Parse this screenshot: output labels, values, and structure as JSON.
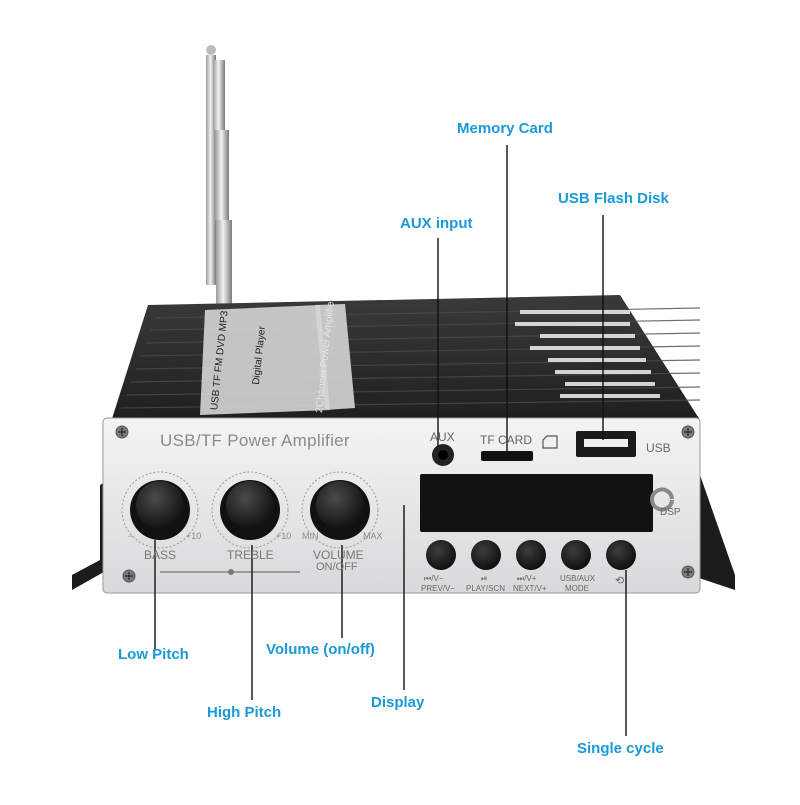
{
  "callouts": {
    "memory_card": "Memory Card",
    "usb_flash_disk": "USB Flash Disk",
    "aux_input": "AUX input",
    "low_pitch": "Low Pitch",
    "volume_on_off": "Volume (on/off)",
    "high_pitch": "High Pitch",
    "display": "Display",
    "single_cycle": "Single cycle"
  },
  "front_panel": {
    "title": "USB/TF Power Amplifier",
    "aux_label": "AUX",
    "tf_card_label": "TF CARD",
    "usb_label": "USB",
    "dsp_label": "DSP",
    "knob_bass": "BASS",
    "knob_treble": "TREBLE",
    "knob_volume": "VOLUME",
    "knob_volume_sub": "ON/OFF",
    "scale_min": "MIN",
    "scale_max": "MAX",
    "scale_minus": "−",
    "scale_plus": "+10",
    "buttons": [
      {
        "icon": "⏮/V−",
        "label": "PREV/V−"
      },
      {
        "icon": "⏯",
        "label": "PLAY/SCN"
      },
      {
        "icon": "⏭/V+",
        "label": "NEXT/V+"
      },
      {
        "icon": "USB/AUX",
        "label": "MODE"
      },
      {
        "icon": "⟲",
        "label": ""
      }
    ]
  },
  "top_panel": {
    "line1": "USB TF FM DVD MP3",
    "line2": "Digital Player",
    "line3": "2Channel Power Amplifier"
  },
  "colors": {
    "callout_text": "#1a9ad6",
    "chassis": "#2b2b2b",
    "faceplate": "#e9e9ea",
    "display": "#141414",
    "knob": "#1b1b1b"
  }
}
